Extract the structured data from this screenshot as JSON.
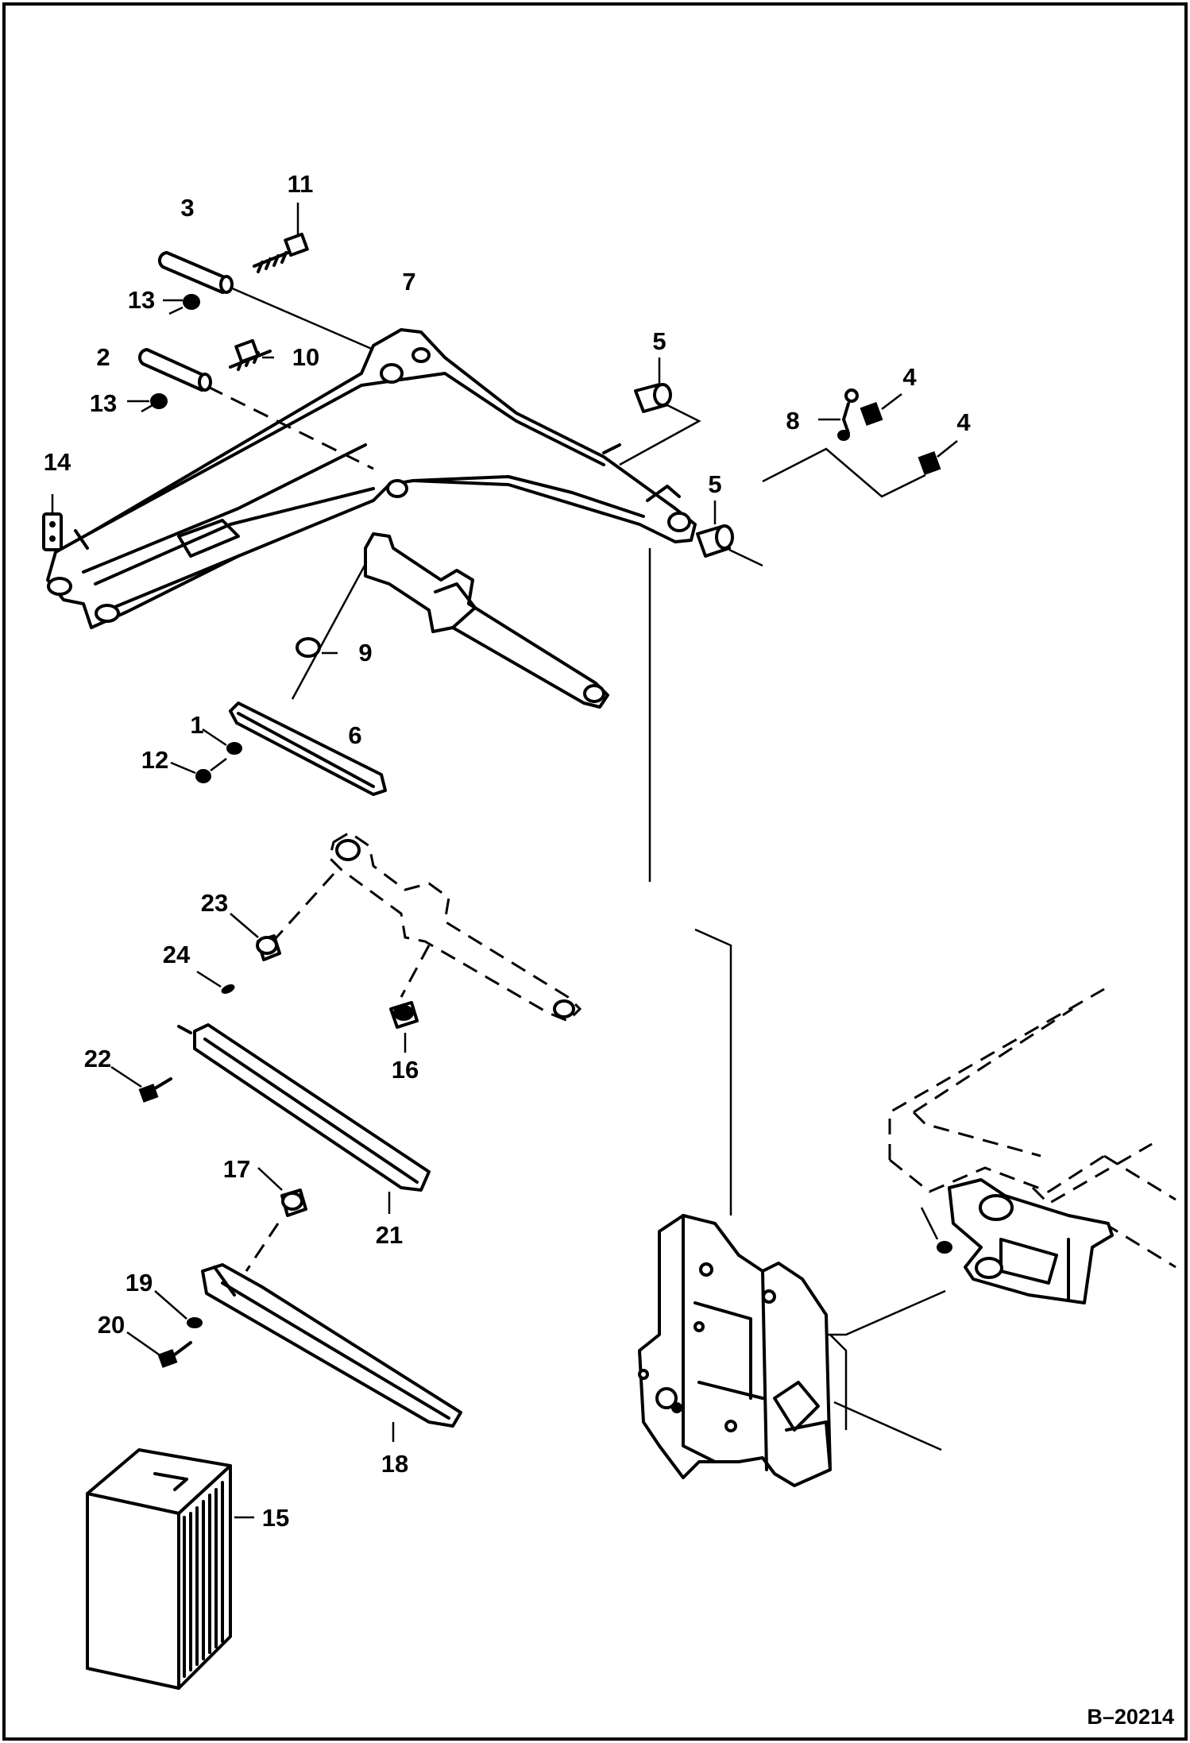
{
  "figure_id": "B–20214",
  "callouts": [
    "1",
    "2",
    "3",
    "4",
    "4",
    "5",
    "5",
    "6",
    "7",
    "8",
    "9",
    "10",
    "11",
    "12",
    "13",
    "13",
    "14",
    "15",
    "16",
    "17",
    "18",
    "19",
    "20",
    "21",
    "22",
    "23",
    "24"
  ]
}
